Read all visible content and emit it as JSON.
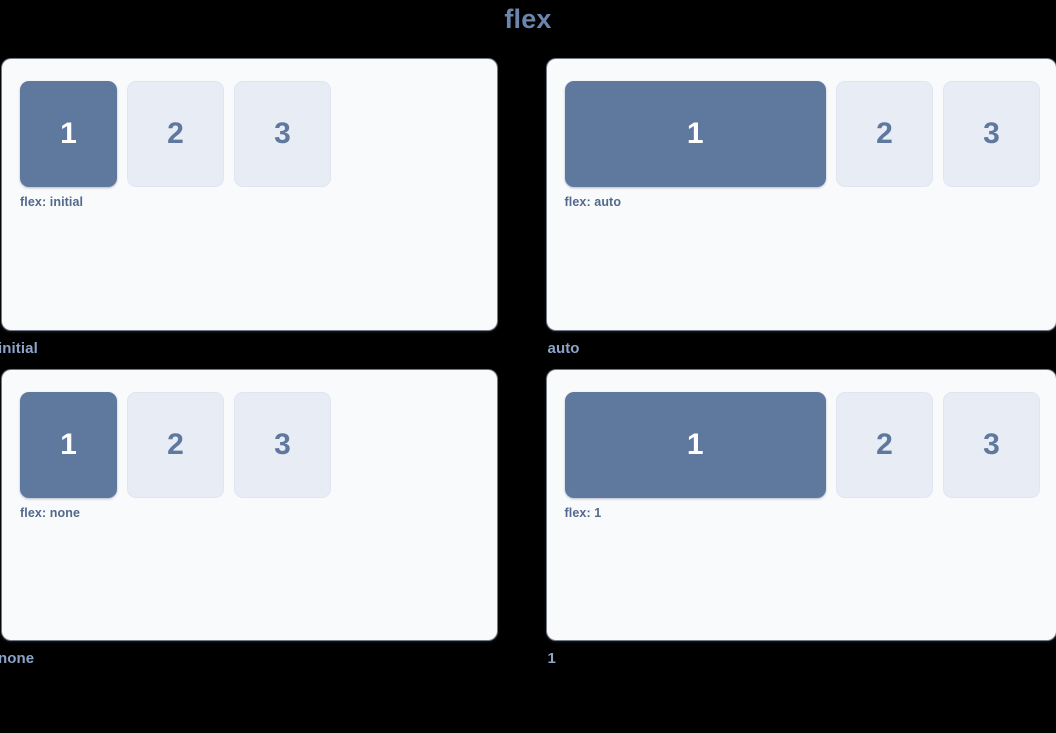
{
  "title": "flex",
  "demos": [
    {
      "footer_label": "initial",
      "caption": "flex: initial",
      "boxes": [
        {
          "label": "1",
          "style": "primary",
          "size": "fixed"
        },
        {
          "label": "2",
          "style": "plain",
          "size": "fixed"
        },
        {
          "label": "3",
          "style": "plain",
          "size": "fixed"
        }
      ]
    },
    {
      "footer_label": "auto",
      "caption": "flex: auto",
      "boxes": [
        {
          "label": "1",
          "style": "primary",
          "size": "grow"
        },
        {
          "label": "2",
          "style": "plain",
          "size": "fixed"
        },
        {
          "label": "3",
          "style": "plain",
          "size": "fixed"
        }
      ]
    },
    {
      "footer_label": "none",
      "caption": "flex: none",
      "boxes": [
        {
          "label": "1",
          "style": "primary",
          "size": "fixed"
        },
        {
          "label": "2",
          "style": "plain",
          "size": "fixed"
        },
        {
          "label": "3",
          "style": "plain",
          "size": "fixed"
        }
      ]
    },
    {
      "footer_label": "1",
      "caption": "flex: 1",
      "boxes": [
        {
          "label": "1",
          "style": "primary",
          "size": "grow"
        },
        {
          "label": "2",
          "style": "plain",
          "size": "fixed"
        },
        {
          "label": "3",
          "style": "plain",
          "size": "fixed"
        }
      ]
    }
  ],
  "colors": {
    "page_background": "#000000",
    "title": "#6b86ad",
    "panel_background": "#f9fafc",
    "box_primary": "#5f789e",
    "box_primary_text": "#ffffff",
    "box_plain": "#e7ecf5",
    "box_plain_text": "#5f789e",
    "caption_text": "#52688c",
    "footer_label_text": "#8ba4c8"
  }
}
